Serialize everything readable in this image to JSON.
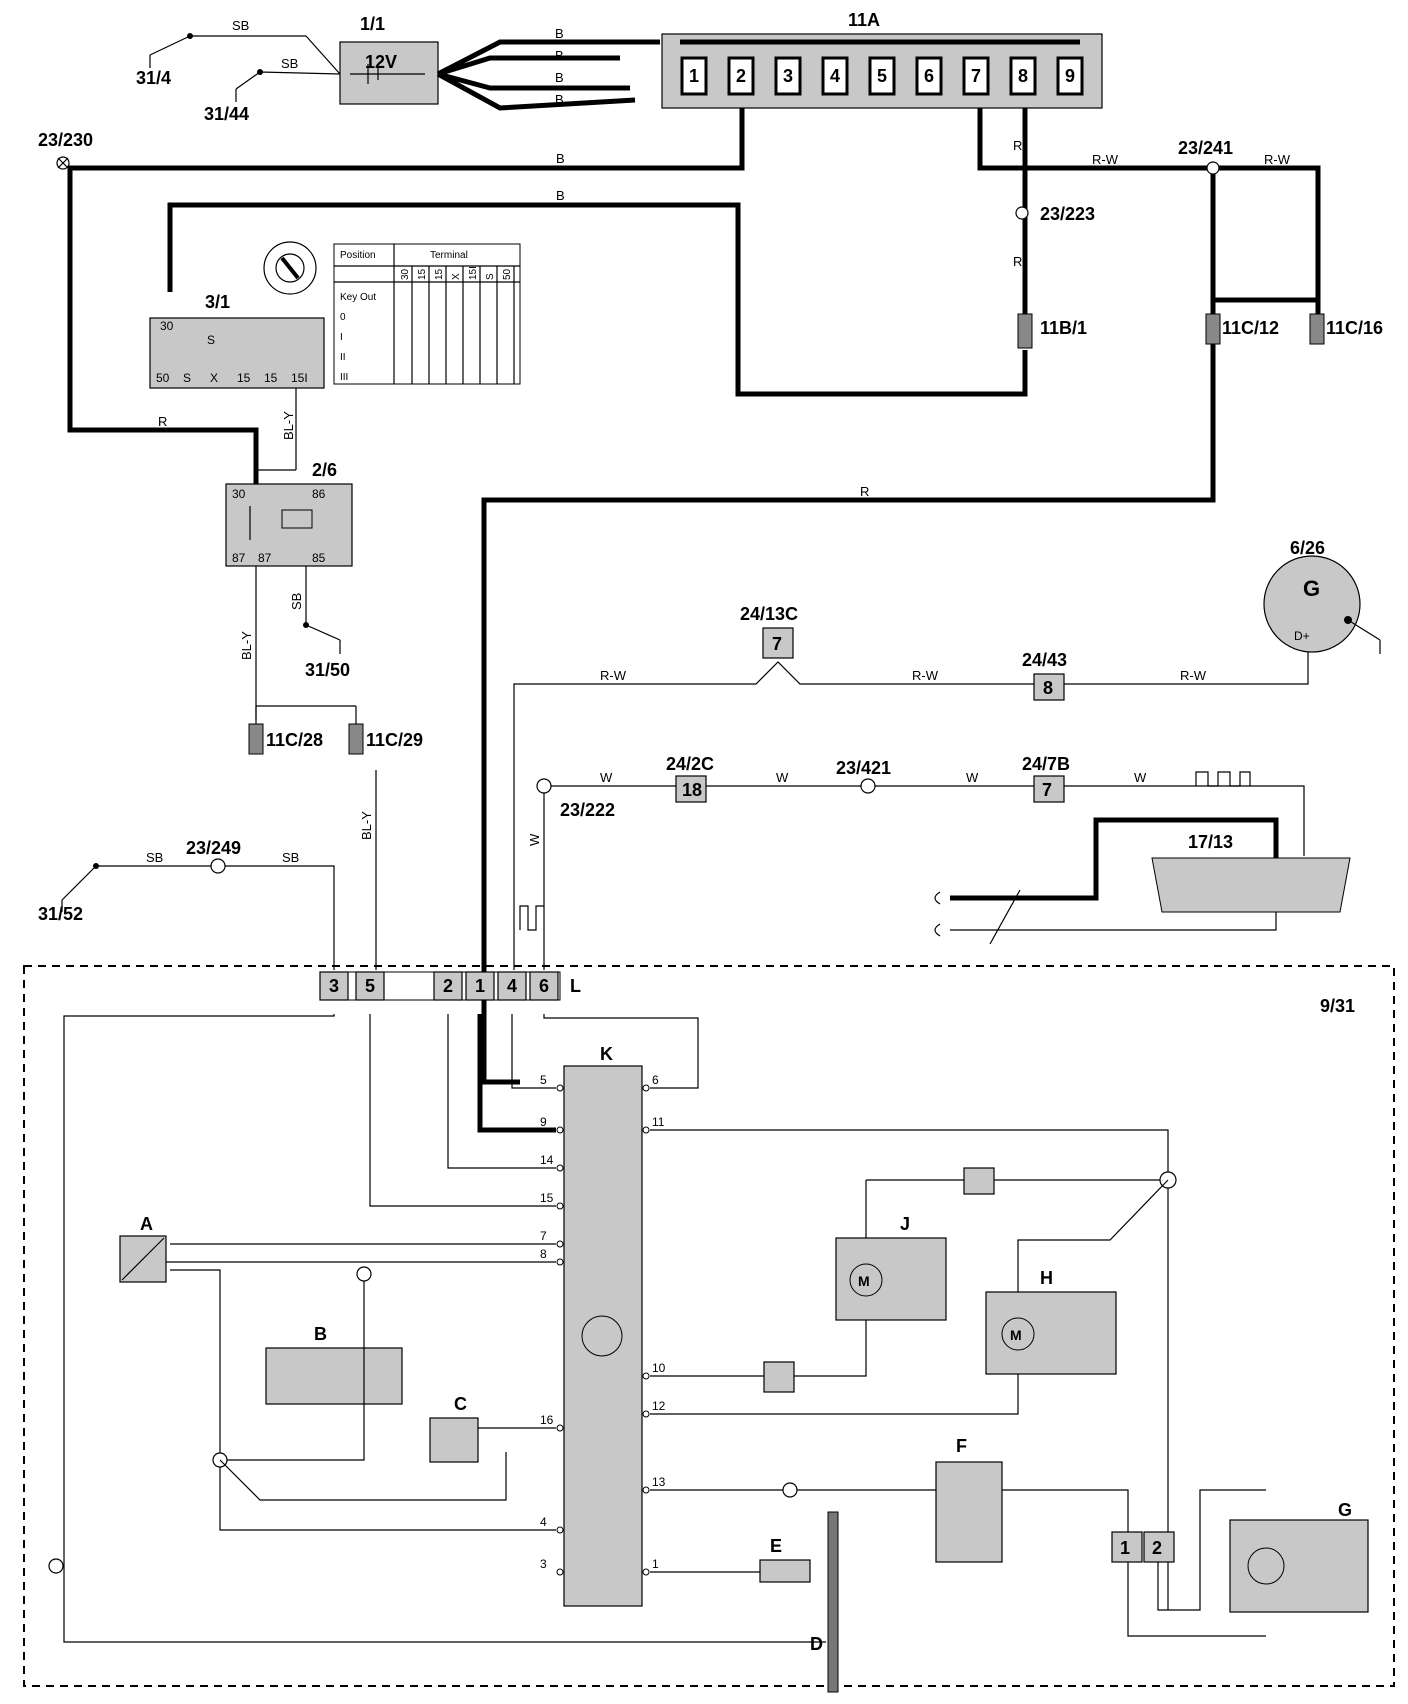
{
  "labels": {
    "c11A": "11A",
    "c1_1": "1/1",
    "bat": "12V",
    "g31_4": "31/4",
    "g31_44": "31/44",
    "s23_230": "23/230",
    "s23_241": "23/241",
    "s23_223": "23/223",
    "c3_1": "3/1",
    "c11B_1": "11B/1",
    "c11C_12": "11C/12",
    "c11C_16": "11C/16",
    "c2_6": "2/6",
    "g31_50": "31/50",
    "c11C_28": "11C/28",
    "c11C_29": "11C/29",
    "c24_13C": "24/13C",
    "c24_43": "24/43",
    "c6_26": "6/26",
    "c24_2C": "24/2C",
    "s23_421": "23/421",
    "c24_7B": "24/7B",
    "s23_222": "23/222",
    "c17_13": "17/13",
    "s23_249": "23/249",
    "g31_52": "31/52",
    "c9_31": "9/31",
    "L": "L",
    "K": "K",
    "A": "A",
    "B": "B",
    "C": "C",
    "D": "D",
    "E": "E",
    "F": "F",
    "G": "G",
    "H": "H",
    "J": "J",
    "M": "M"
  },
  "wires": {
    "B": "B",
    "R": "R",
    "RW": "R-W",
    "SB": "SB",
    "BLY": "BL-Y",
    "W": "W"
  },
  "fusebox_11A": [
    "1",
    "2",
    "3",
    "4",
    "5",
    "6",
    "7",
    "8",
    "9"
  ],
  "connector_L": [
    "3",
    "5",
    "2",
    "1",
    "4",
    "6"
  ],
  "ign_table": {
    "position": "Position",
    "terminal": "Terminal",
    "cols": [
      "30",
      "15",
      "15",
      "X",
      "15I",
      "S",
      "50"
    ],
    "rows": [
      "Key Out",
      "0",
      "I",
      "II",
      "III"
    ]
  },
  "switch_3_1": {
    "top": "30",
    "mid": "S",
    "bottom": [
      "50",
      "S",
      "X",
      "15",
      "15",
      "15I"
    ]
  },
  "relay_2_6": {
    "t30": "30",
    "t86": "86",
    "t87": "87",
    "t87b": "87",
    "t85": "85"
  },
  "pins_K_left": [
    "5",
    "9",
    "14",
    "15",
    "7",
    "8",
    "16",
    "4",
    "3"
  ],
  "pins_K_right": [
    "6",
    "11",
    "10",
    "12",
    "13",
    "1"
  ],
  "misc": {
    "n7": "7",
    "n8": "8",
    "n18": "18",
    "n7b": "7",
    "n1": "1",
    "n2": "2",
    "gen_D": "D+"
  }
}
